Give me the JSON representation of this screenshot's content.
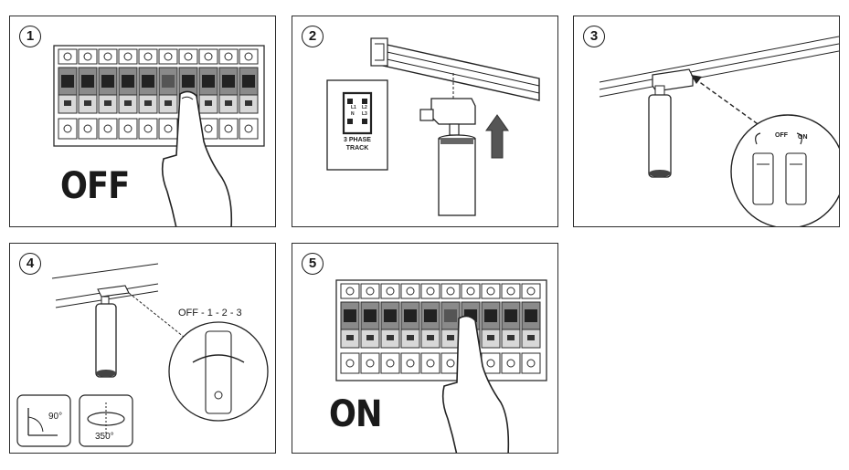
{
  "steps": [
    {
      "number": "1",
      "label": "OFF"
    },
    {
      "number": "2",
      "track_label_line1": "3 PHASE",
      "track_label_line2": "TRACK",
      "pin_l1": "L1",
      "pin_l2": "L2",
      "pin_l3": "L3",
      "pin_n": "N"
    },
    {
      "number": "3",
      "off_label": "OFF",
      "on_label": "ON"
    },
    {
      "number": "4",
      "sequence_label": "OFF - 1 - 2 - 3",
      "tilt_label": "90°",
      "rotation_label": "350°"
    },
    {
      "number": "5",
      "label": "ON"
    }
  ],
  "colors": {
    "line": "#2b2b2b",
    "breaker_dark": "#555555",
    "breaker_mid": "#8a8a8a",
    "breaker_light": "#d8d8d8"
  },
  "icons": [
    "circuit-breaker-panel",
    "hand-pointer",
    "track-rail",
    "track-adapter",
    "spotlight",
    "up-arrow",
    "rotation-arrow",
    "tilt-angle-icon",
    "rotation-angle-icon"
  ]
}
